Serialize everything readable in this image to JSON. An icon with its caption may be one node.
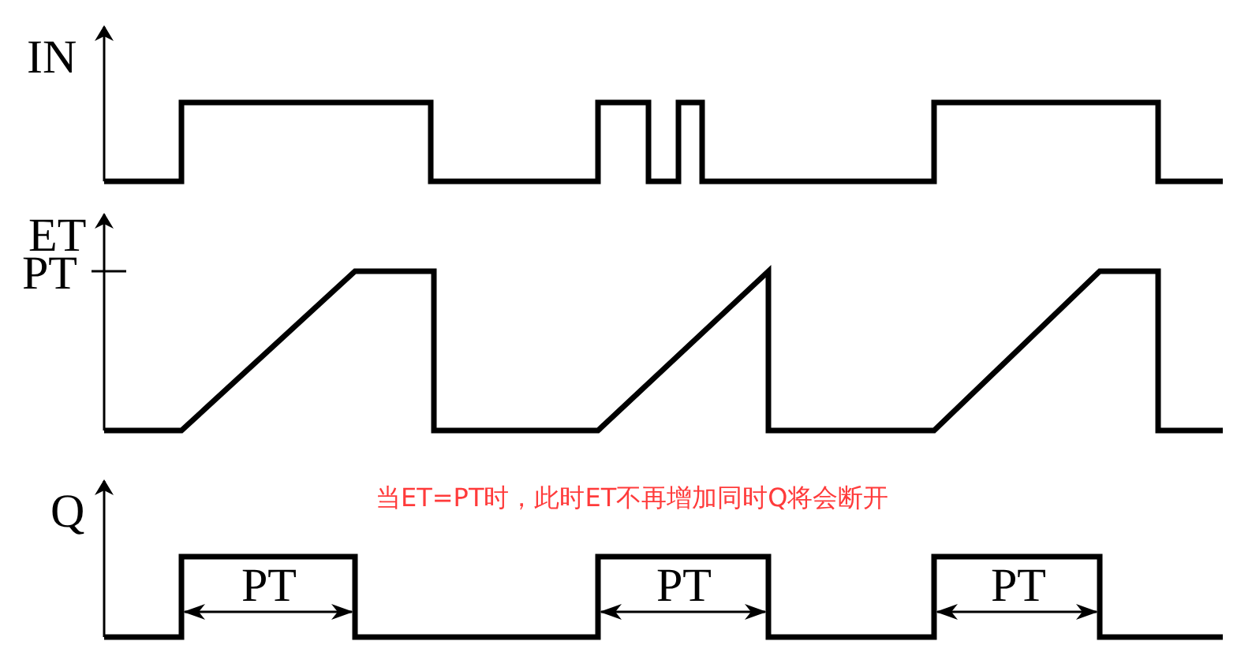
{
  "diagram": {
    "labels": [
      "IN",
      "ET",
      "PT",
      "Q",
      "当ET=PT时，此时ET不再增加同时Q将会断开",
      "PT",
      "PT",
      "PT"
    ]
  }
}
